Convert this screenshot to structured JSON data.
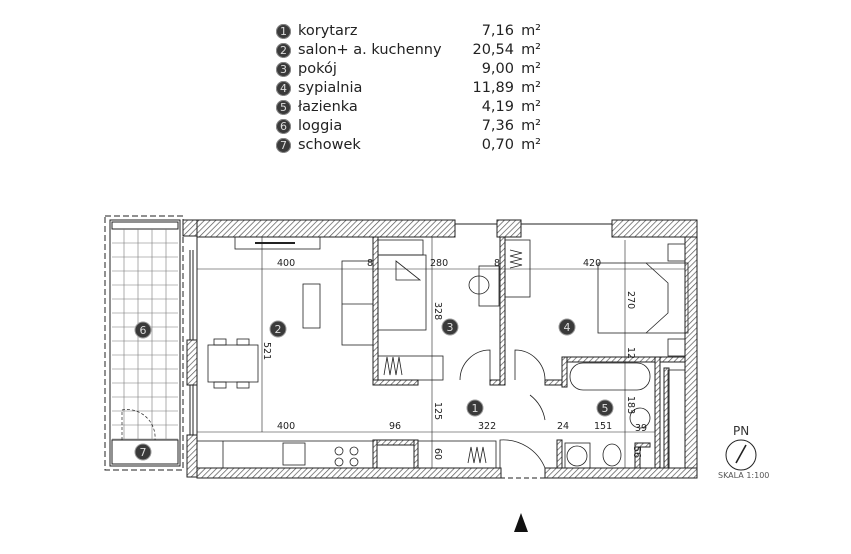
{
  "legend": [
    {
      "num": "1",
      "name": "korytarz",
      "area": "7,16",
      "unit": "m²"
    },
    {
      "num": "2",
      "name": "salon+ a. kuchenny",
      "area": "20,54",
      "unit": "m²"
    },
    {
      "num": "3",
      "name": "pokój",
      "area": "9,00",
      "unit": "m²"
    },
    {
      "num": "4",
      "name": "sypialnia",
      "area": "11,89",
      "unit": "m²"
    },
    {
      "num": "5",
      "name": "łazienka",
      "area": "4,19",
      "unit": "m²"
    },
    {
      "num": "6",
      "name": "loggia",
      "area": "7,36",
      "unit": "m²"
    },
    {
      "num": "7",
      "name": "schowek",
      "area": "0,70",
      "unit": "m²"
    }
  ],
  "plan": {
    "room_labels": [
      "1",
      "2",
      "3",
      "4",
      "5",
      "6",
      "7"
    ],
    "dimensions": {
      "salon_width_top": "400",
      "wall_a": "8",
      "pokoj_width": "280",
      "wall_b": "8",
      "sypialnia_width": "420",
      "sypialnia_depth": "270",
      "pokoj_depth": "328",
      "salon_depth": "521",
      "wall_c": "12",
      "hall_depth": "125",
      "salon_width_bottom": "400",
      "niche": "96",
      "hall_width": "322",
      "wall_d": "24",
      "bath_width": "151",
      "bath_depth": "183",
      "bath_niche": "39",
      "kitchen_depth": "60",
      "bath_small": "56"
    }
  },
  "compass": {
    "label": "PN",
    "icon": "north-compass-icon"
  },
  "scale": "SKALA 1:100",
  "entrance_icon": "entrance-arrow-icon"
}
